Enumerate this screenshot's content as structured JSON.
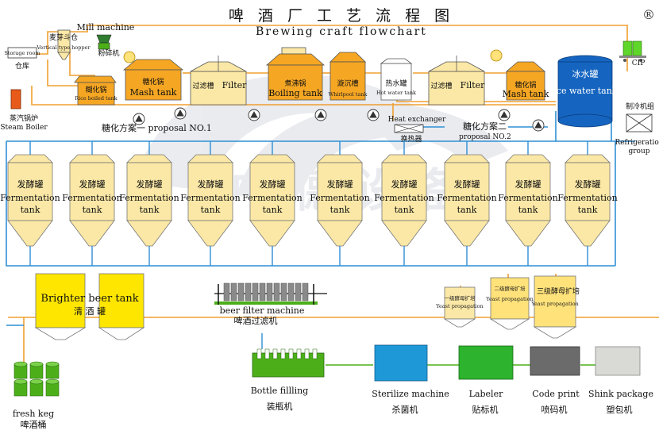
{
  "title": {
    "cn": "啤 酒 厂 工 艺 流 程 图",
    "en": "Brewing  craft  flowchart"
  },
  "top": {
    "storage_room": "Storage room",
    "storage_cn": "仓库",
    "mill_machine": "Mill machine",
    "mill_cn": "粉碎机",
    "malt_hopper_cn": "麦芽斗仓",
    "malt_hopper_en": "Vertical type hopper",
    "steam_boiler_cn": "蒸汽锅炉",
    "steam_boiler": "Steam Boiler",
    "rice_tank_cn": "糊化锅",
    "rice_tank_en": "Rice boiled tank",
    "mash_cn": "糖化锅",
    "mash_en": "Mash tank",
    "filter_cn": "过滤槽",
    "filter_en": "Filter",
    "boiling_cn": "煮沸锅",
    "boiling_en": "Boiling tank",
    "whirlpool_cn": "漩沉槽",
    "whirlpool_en": "Whirlpool tank",
    "hotwater_cn": "热水罐",
    "hotwater_en": "Hot water tank",
    "icewater_cn": "冰水罐",
    "icewater_en": "Ice water tank",
    "cip": "CIP",
    "refrig_cn": "制冷机组",
    "refrig_en1": "Refrigeration",
    "refrig_en2": "group",
    "heat_exchanger": "Heat exchanger",
    "heat_exchanger_cn": "换热器",
    "proposal1": "糖化方案一   proposal NO.1",
    "proposal2_cn": "糖化方案二",
    "proposal2_en": "proposal NO.2"
  },
  "fermentation": {
    "cn": "发酵罐",
    "en1": "Fermentation",
    "en2": "tank",
    "count": 10
  },
  "bright": {
    "en": "Brighter beer tank",
    "cn": "清 酒 罐"
  },
  "filter_machine": {
    "en": "beer filter machine",
    "cn": "啤酒过滤机"
  },
  "yeast": [
    {
      "cn": "一级酵母扩培",
      "en": "Yeast propagation"
    },
    {
      "cn": "二级酵母扩培",
      "en": "Yeast propagation"
    },
    {
      "cn": "三级酵母扩培",
      "en": "Yeast propagation"
    }
  ],
  "bottom": [
    {
      "en": "fresh keg",
      "cn": "啤酒桶"
    },
    {
      "en": "Bottle fillling",
      "cn": "装瓶机"
    },
    {
      "en": "Sterilize machine",
      "cn": "杀菌机"
    },
    {
      "en": "Labeler",
      "cn": "贴标机"
    },
    {
      "en": "Code print",
      "cn": "喷码机"
    },
    {
      "en": "Shink package",
      "cn": "塑包机"
    }
  ],
  "colors": {
    "orange_tank": "#f5a623",
    "cream_tank": "#fbe8a6",
    "yellow_tank": "#ffe600",
    "ice_tank": "#1565c0",
    "blue_pipe": "#2f8fd6",
    "orange_pipe": "#f0a030",
    "green": "#4caf1a",
    "sterilizer": "#1f98d8",
    "labeler": "#2db32d",
    "code_print": "#6b6b6b",
    "package": "#d9d9d6",
    "cip_green": "#5fd62a"
  }
}
